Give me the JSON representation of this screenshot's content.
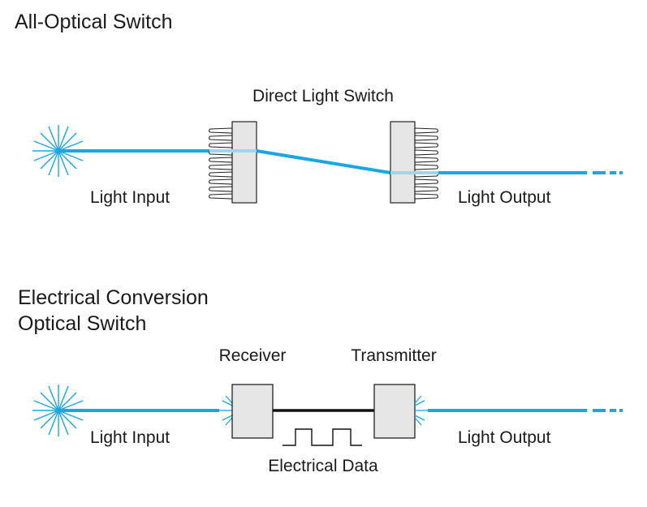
{
  "colors": {
    "fiber": "#1aa7e1",
    "fiber_inside": "#9fd6ef",
    "box_fill": "#e6e6e6",
    "box_stroke": "#222222",
    "wire": "#111111",
    "text": "#1a1a1a"
  },
  "all_optical": {
    "heading": "All-Optical Switch",
    "switch_label": "Direct Light Switch",
    "input_label": "Light Input",
    "output_label": "Light Output"
  },
  "electrical": {
    "heading_line1": "Electrical Conversion",
    "heading_line2": "Optical Switch",
    "receiver_label": "Receiver",
    "transmitter_label": "Transmitter",
    "input_label": "Light Input",
    "output_label": "Light Output",
    "data_label": "Electrical Data"
  }
}
